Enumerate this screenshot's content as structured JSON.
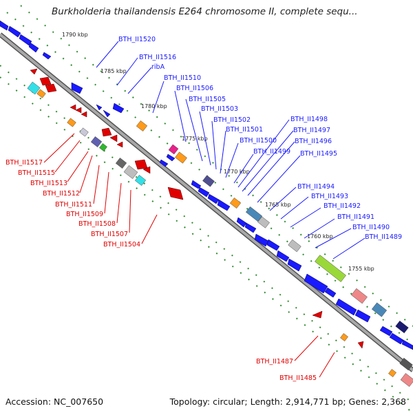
{
  "title": "Burkholderia thailandensis E264 chromosome II, complete sequ...",
  "footer": {
    "accession": "Accession: NC_007650",
    "summary": "Topology: circular; Length: 2,914,771 bp; Genes: 2,368"
  },
  "scale_labels": [
    "1790 kbp",
    "1785 kbp",
    "1780 kbp",
    "1775 kbp",
    "1770 kbp",
    "1765 kbp",
    "1760 kbp",
    "1755 kbp"
  ],
  "forward_genes": [
    "BTH_II1520",
    "BTH_II1516",
    "ribA",
    "BTH_II1510",
    "BTH_II1506",
    "BTH_II1505",
    "BTH_II1503",
    "BTH_II1502",
    "BTH_II1501",
    "BTH_II1500",
    "BTH_II1499",
    "BTH_II1498",
    "BTH_II1497",
    "BTH_II1496",
    "BTH_II1495",
    "BTH_II1494",
    "BTH_II1493",
    "BTH_II1492",
    "BTH_II1491",
    "BTH_II1490",
    "BTH_II1489"
  ],
  "reverse_genes": [
    "BTH_II1517",
    "BTH_II1515",
    "BTH_II1513",
    "BTH_II1512",
    "BTH_II1511",
    "BTH_II1509",
    "BTH_II1508",
    "BTH_II1507",
    "BTH_II1504",
    "BTH_II1487",
    "BTH_II1485"
  ],
  "colors": {
    "forward": "#1a1aff",
    "reverse": "#e00000",
    "backbone": "#888888",
    "tick": "#2e8b2e"
  }
}
